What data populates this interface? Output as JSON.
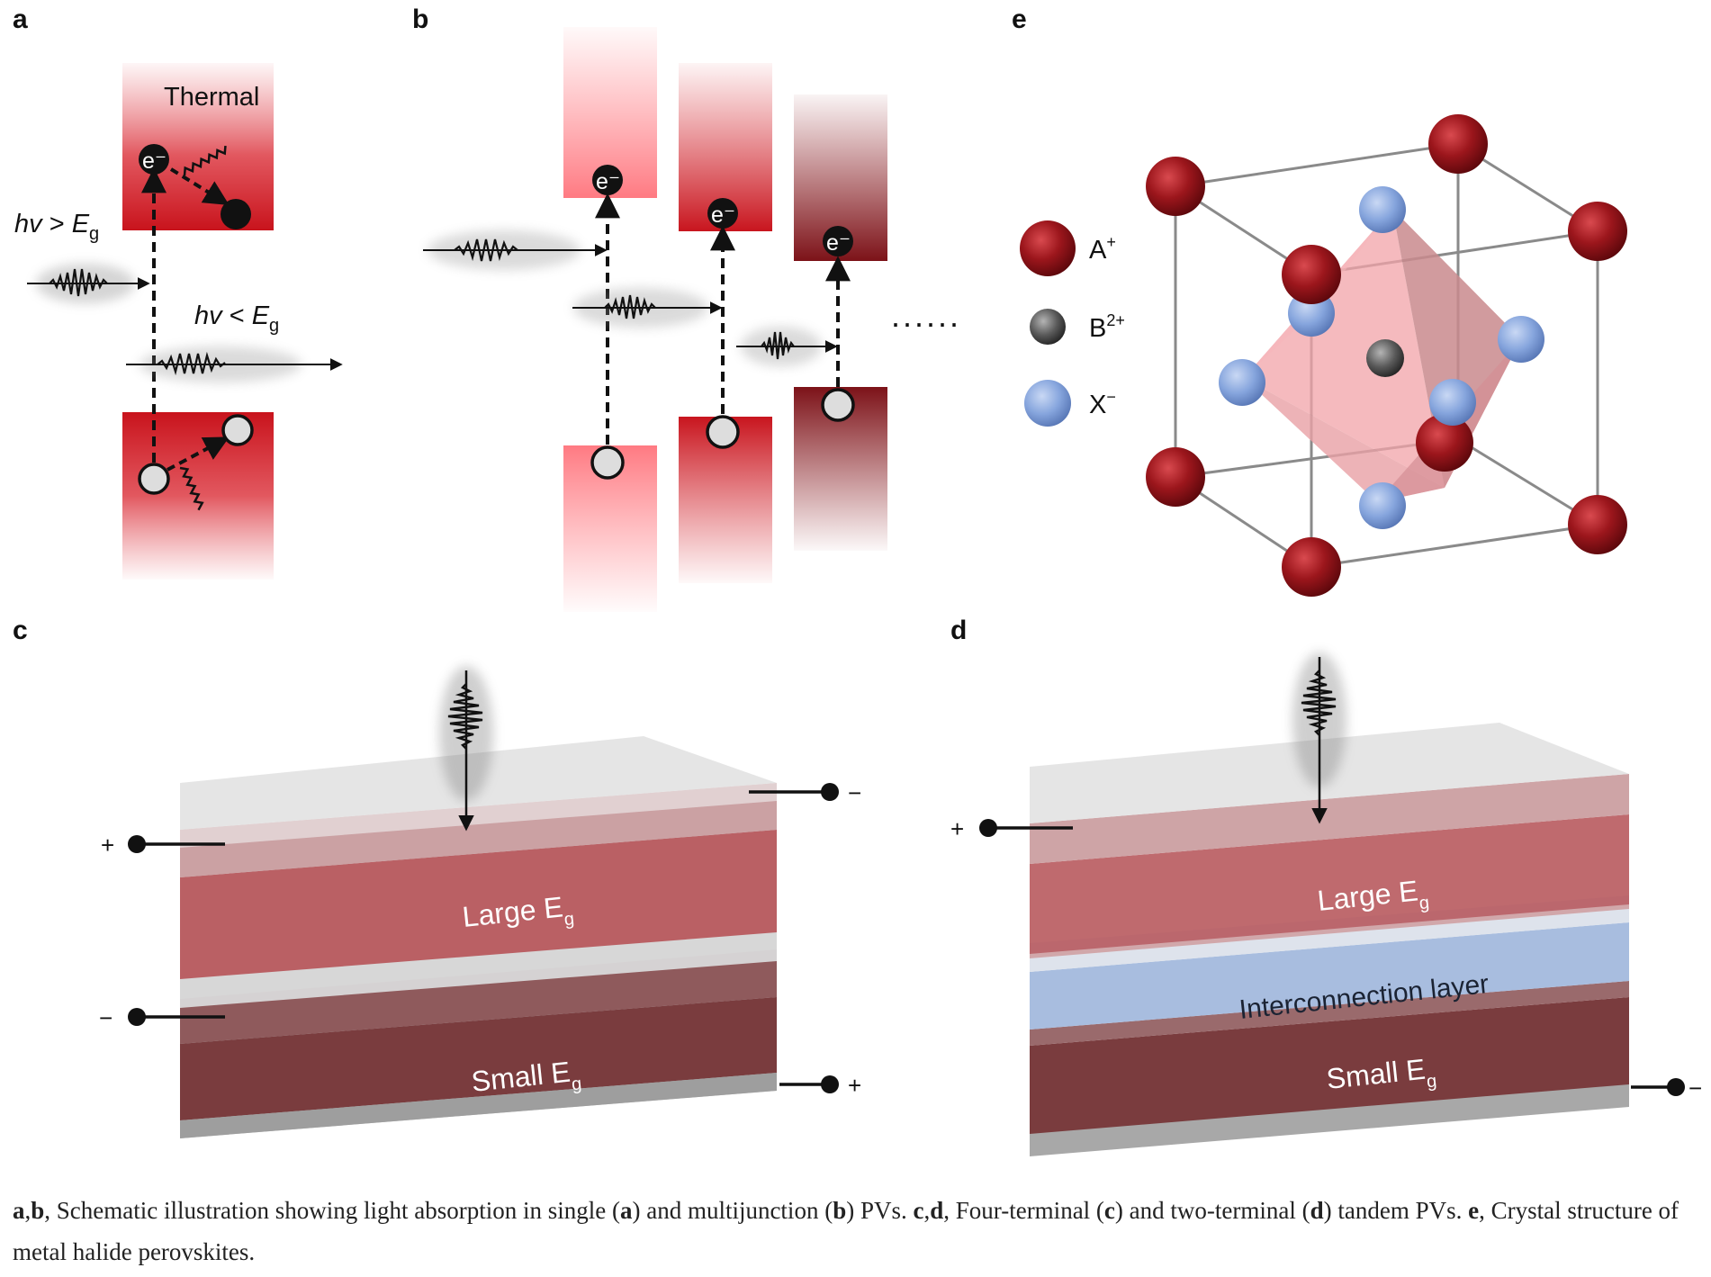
{
  "panels": {
    "a": {
      "letter": "a",
      "thermal_label": "Thermal",
      "above_gap": {
        "prefix": "hv",
        "rel": " > ",
        "E": "E",
        "sub": "g"
      },
      "below_gap": {
        "prefix": "hv",
        "rel": " < ",
        "E": "E",
        "sub": "g"
      },
      "electron_label": "e⁻"
    },
    "b": {
      "letter": "b",
      "electron_label": "e⁻",
      "ellipsis": "......"
    },
    "c": {
      "letter": "c",
      "top_layer_label": "Large E",
      "top_layer_sub": "g",
      "bottom_layer_label": "Small E",
      "bottom_layer_sub": "g",
      "terminals": {
        "top_left": "+",
        "top_right": "−",
        "bottom_left": "−",
        "bottom_right": "+"
      }
    },
    "d": {
      "letter": "d",
      "top_layer_label": "Large E",
      "top_layer_sub": "g",
      "interconnection_label": "Interconnection layer",
      "bottom_layer_label": "Small E",
      "bottom_layer_sub": "g",
      "terminals": {
        "left": "+",
        "right": "−"
      }
    },
    "e": {
      "letter": "e",
      "legend": [
        {
          "label": "A",
          "sup": "+",
          "color": "#8f1418"
        },
        {
          "label": "B",
          "sup": "2+",
          "color": "#555555"
        },
        {
          "label": "X",
          "sup": "−",
          "color": "#7f9fd8"
        }
      ]
    }
  },
  "caption": {
    "p1": "a",
    "t1": ",",
    "p2": "b",
    "t2": ", Schematic illustration showing light absorption in single (",
    "p3": "a",
    "t3": ") and multijunction (",
    "p4": "b",
    "t4": ") PVs. ",
    "p5": "c",
    "t5": ",",
    "p6": "d",
    "t6": ", Four-terminal (",
    "p7": "c",
    "t7": ") and two-terminal (",
    "p8": "d",
    "t8": ") tandem PVs. ",
    "p9": "e",
    "t9": ", Crystal structure of metal halide perovskites."
  }
}
